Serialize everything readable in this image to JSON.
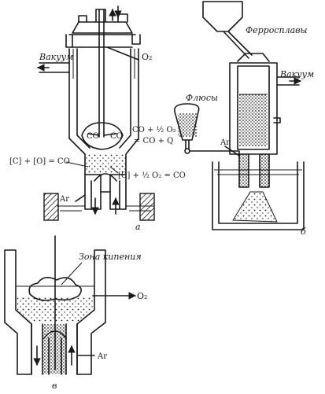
{
  "panel_a": {
    "letter": "а",
    "label_o2": "O₂",
    "label_vacuum": "Вакуум",
    "label_co_left": "CO",
    "label_co_right": "CO",
    "eq_right_1": "CO + ½ O₂",
    "eq_right_2": "= CO + Q",
    "eq_left": "[C] + [O] = CO",
    "eq_bottom": "[C] + ½ O₂ = CO",
    "label_ar": "Ar"
  },
  "panel_b": {
    "letter": "б",
    "label_ferroalloys": "Ферросплавы",
    "label_fluxes": "Флюсы",
    "label_vacuum": "Вакуум",
    "label_ar": "Ar"
  },
  "panel_c": {
    "letter": "в",
    "label_boiling_zone": "Зона кипения",
    "label_o2": "O₂",
    "label_ar": "Ar"
  }
}
